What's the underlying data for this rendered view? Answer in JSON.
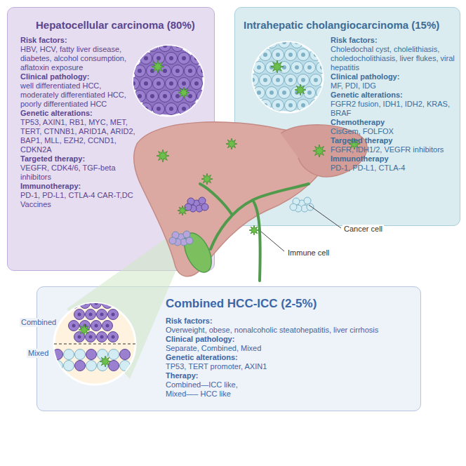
{
  "diagram": {
    "nodes": [
      {
        "text": [
          "Hepatocellular carcinoma (80%)",
          "Risk factors:",
          "HBV, HCV, fatty liver disease, diabetes, alcohol consumption, aflatoxin exposure",
          "Clinical pathology:",
          "well differentiated HCC, moderately differentiated HCC, poorly differentiated HCC",
          "Genetic alterations:",
          "TP53, AXIN1, RB1, MYC, MET, TERT, CTNNB1, ARID1A, ARID2, BAP1, MLL, EZH2, CCND1, CDKN2A",
          "Targeted therapy:",
          "VEGFR, CDK4/6, TGF-beta inhibitors",
          "Immunotherapy:",
          "PD-1, PD-L1, CTLA-4 CAR-T,DC Vaccines"
        ]
      },
      {
        "text": [
          "Intrahepatic cholangiocarcinoma (15%)",
          "Risk factors:",
          "Choledochal cyst, cholelithiasis, choledocholithiasis, liver flukes, viral hepatitis",
          "Clinical pathology:",
          "MF, PDI, IDG",
          "Genetic alterations:",
          "FGFR2 fusion, IDH1, IDH2, KRAS, BRAF",
          "Chemotherapy",
          "CisGem, FOLFOX",
          "Targeted therapy",
          "FGFR, IDH1/2, VEGFR inhibitors",
          "Immunotherapy",
          "PD-1, PD-L1, CTLA-4"
        ]
      },
      {
        "text": [
          "Combined HCC-ICC (2-5%)",
          "Risk factors:",
          "Overweight, obese, nonalcoholic steatohepatitis, liver cirrhosis",
          "Clinical pathology:",
          "Separate, Combined, Mixed",
          "Genetic alterations:",
          "TP53, TERT promoter, AXIN1",
          "Therapy:",
          "Combined—ICC like,",
          "Mixed—– HCC like"
        ]
      }
    ],
    "labels": [
      "Combined",
      "Mixed",
      "Cancer cell",
      "Immune cell"
    ]
  }
}
